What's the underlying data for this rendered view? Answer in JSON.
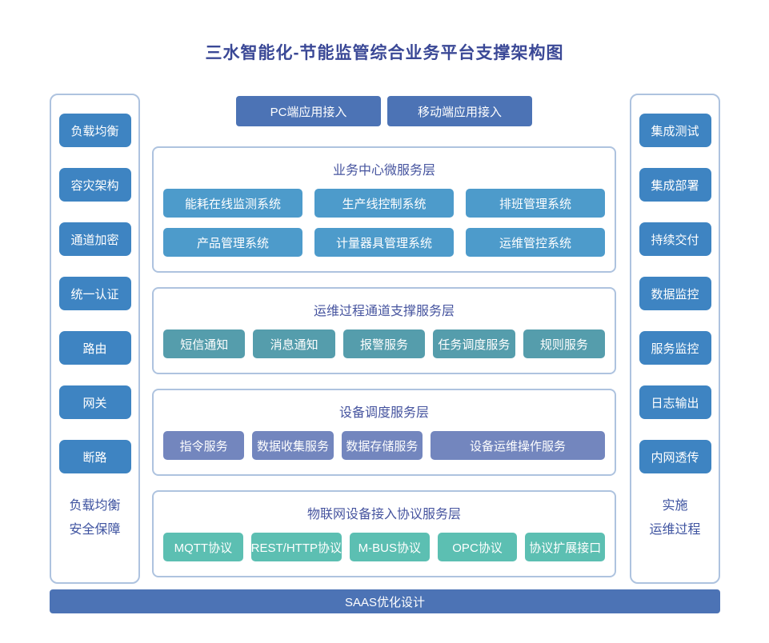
{
  "title": "三水智能化-节能监管综合业务平台支撑架构图",
  "colors": {
    "title_text": "#3A4896",
    "section_title_text": "#46549F",
    "panel_border": "#AEC3DF",
    "sidebar_box": "#3E84C2",
    "accent_bar": "#4C73B5",
    "business_box": "#4D9BCB",
    "channel_box": "#559DAC",
    "device_box": "#7386BE",
    "protocol_box": "#5CBFB2"
  },
  "left_sidebar": {
    "items": [
      "负载均衡",
      "容灾架构",
      "通道加密",
      "统一认证",
      "路由",
      "网关",
      "断路"
    ],
    "footer_lines": [
      "负载均衡",
      "安全保障"
    ]
  },
  "right_sidebar": {
    "items": [
      "集成测试",
      "集成部署",
      "持续交付",
      "数据监控",
      "服务监控",
      "日志输出",
      "内网透传"
    ],
    "footer_lines": [
      "实施",
      "运维过程"
    ]
  },
  "top_buttons": [
    "PC端应用接入",
    "移动端应用接入"
  ],
  "sections": [
    {
      "title": "业务中心微服务层",
      "items": [
        "能耗在线监测系统",
        "生产线控制系统",
        "排班管理系统",
        "产品管理系统",
        "计量器具管理系统",
        "运维管控系统"
      ]
    },
    {
      "title": "运维过程通道支撑服务层",
      "items": [
        "短信通知",
        "消息通知",
        "报警服务",
        "任务调度服务",
        "规则服务"
      ]
    },
    {
      "title": "设备调度服务层",
      "items": [
        "指令服务",
        "数据收集服务",
        "数据存储服务",
        "设备运维操作服务"
      ]
    },
    {
      "title": "物联网设备接入协议服务层",
      "items": [
        "MQTT协议",
        "REST/HTTP协议",
        "M-BUS协议",
        "OPC协议",
        "协议扩展接口"
      ]
    }
  ],
  "bottom_bar": "SAAS优化设计"
}
